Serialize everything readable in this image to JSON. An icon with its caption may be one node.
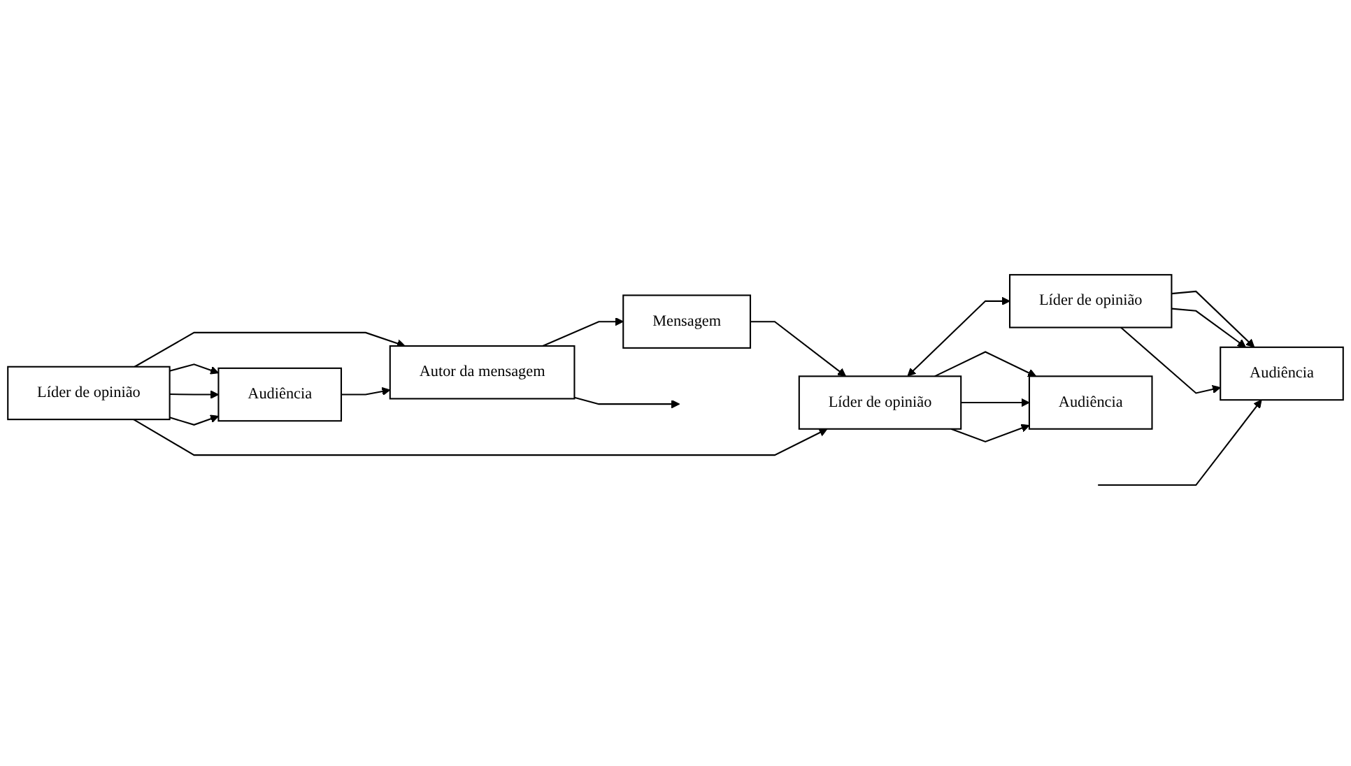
{
  "diagram": {
    "nodes": [
      {
        "text": [
          "Autor da mensagem"
        ]
      },
      {
        "text": [
          "Mensagem"
        ]
      },
      {
        "text": [
          "Líder de opinião"
        ]
      },
      {
        "text": [
          "Líder de opinião"
        ]
      },
      {
        "text": [
          "Líder de opinião"
        ]
      },
      {
        "text": [
          "Audiência"
        ]
      },
      {
        "text": [
          "Audiência"
        ]
      },
      {
        "text": [
          "Audiência"
        ]
      }
    ],
    "edges": [
      {
        "from": 0,
        "to": 1,
        "arrow": "to"
      },
      {
        "from": 1,
        "to": 3,
        "arrow": "to"
      },
      {
        "from": 2,
        "to": 0,
        "arrow": "to"
      },
      {
        "from": 2,
        "to": 3,
        "arrow": "to"
      },
      {
        "from": 3,
        "to": 4,
        "arrow": "both"
      },
      {
        "from": 2,
        "to": 5,
        "arrow": "to"
      },
      {
        "from": 2,
        "to": 5,
        "arrow": "to"
      },
      {
        "from": 2,
        "to": 5,
        "arrow": "to"
      },
      {
        "from": 3,
        "to": 6,
        "arrow": "to"
      },
      {
        "from": 3,
        "to": 6,
        "arrow": "to"
      },
      {
        "from": 3,
        "to": 6,
        "arrow": "to"
      },
      {
        "from": 4,
        "to": 7,
        "arrow": "to"
      },
      {
        "from": 4,
        "to": 7,
        "arrow": "to"
      },
      {
        "from": 4,
        "to": 7,
        "arrow": "to"
      },
      {
        "from": 5,
        "to": 0,
        "arrow": "to"
      },
      {
        "from": 0,
        "to": null,
        "arrow": "to"
      },
      {
        "from": null,
        "to": 7,
        "arrow": "to"
      }
    ]
  }
}
